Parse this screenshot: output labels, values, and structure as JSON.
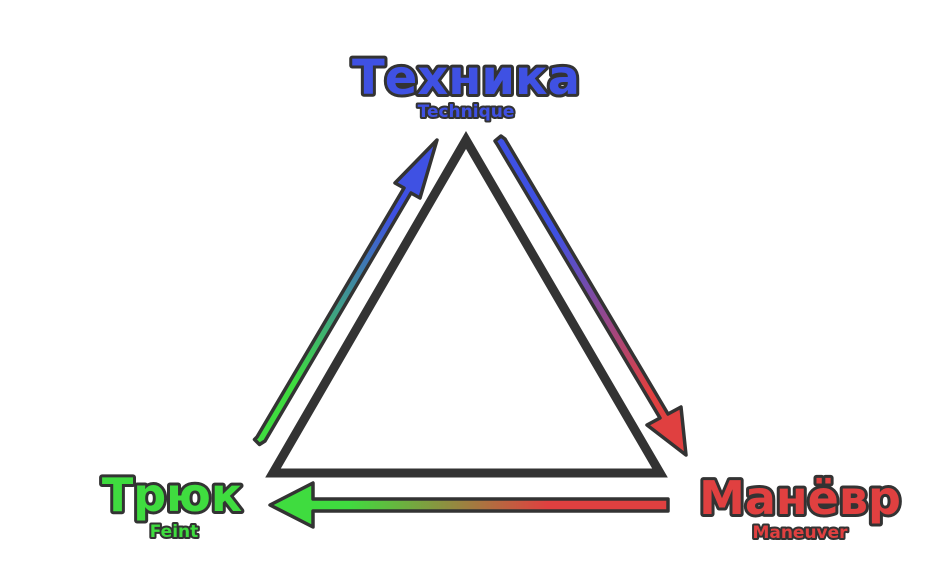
{
  "diagram": {
    "type": "cycle-triangle",
    "nodes": [
      {
        "id": "technique",
        "label": "Техника",
        "sublabel": "Technique",
        "color": "#3f51e3",
        "position": "top"
      },
      {
        "id": "maneuver",
        "label": "Манёвр",
        "sublabel": "Maneuver",
        "color": "#e04040",
        "position": "bottom-right"
      },
      {
        "id": "feint",
        "label": "Трюк",
        "sublabel": "Feint",
        "color": "#3fdc3f",
        "position": "bottom-left"
      }
    ],
    "edges": [
      {
        "from": "technique",
        "to": "maneuver",
        "from_color": "#3f51e3",
        "to_color": "#e04040"
      },
      {
        "from": "maneuver",
        "to": "feint",
        "from_color": "#e04040",
        "to_color": "#3fdc3f"
      },
      {
        "from": "feint",
        "to": "technique",
        "from_color": "#3fdc3f",
        "to_color": "#3f51e3"
      }
    ],
    "outline_color": "#333333"
  }
}
